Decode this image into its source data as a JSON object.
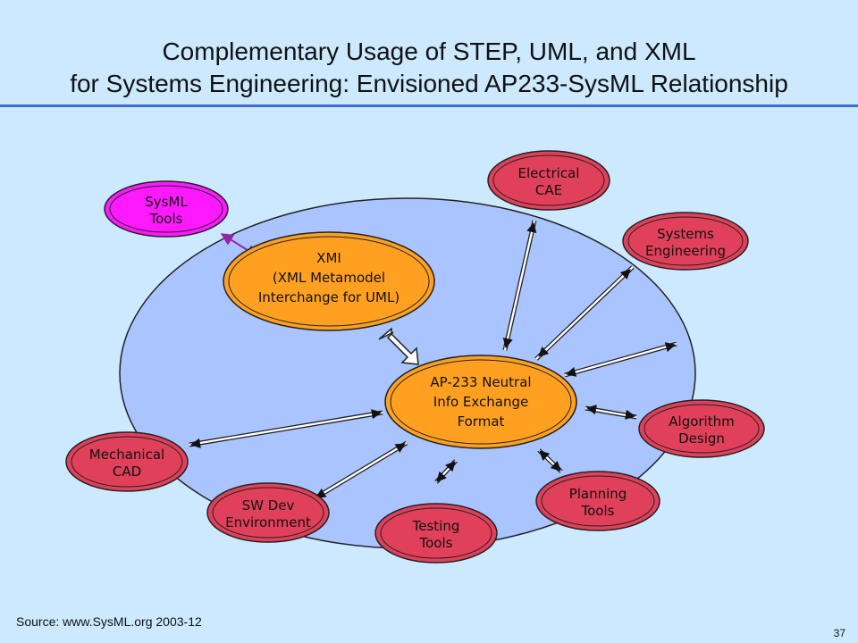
{
  "slide": {
    "title_line1": "Complementary Usage of STEP, UML, and XML",
    "title_line2": "for Systems Engineering: Envisioned AP233-SysML Relationship",
    "source": "Source: www.SysML.org 2003-12",
    "page_number": "37"
  },
  "colors": {
    "background": "#cce9ff",
    "big_ellipse": "#a9c4ff",
    "external_node": "#e0405a",
    "sysml_node": "#ff19ff",
    "core_node": "#ffa020",
    "purple_arrow": "#9922aa"
  },
  "nodes": {
    "sysml": [
      "SysML",
      "Tools"
    ],
    "xmi": [
      "XMI",
      "(XML Metamodel",
      "Interchange for UML)"
    ],
    "ap233": [
      "AP-233 Neutral",
      "Info Exchange",
      "Format"
    ],
    "electrical": [
      "Electrical",
      "CAE"
    ],
    "systems": [
      "Systems",
      "Engineering"
    ],
    "algorithm": [
      "Algorithm",
      "Design"
    ],
    "planning": [
      "Planning",
      "Tools"
    ],
    "testing": [
      "Testing",
      "Tools"
    ],
    "swdev": [
      "SW Dev",
      "Environment"
    ],
    "mechanical": [
      "Mechanical",
      "CAD"
    ]
  },
  "icons": {
    "double_arrow": "double-headed-arrow-icon",
    "wide_arrow": "wide-double-arrow-icon"
  }
}
